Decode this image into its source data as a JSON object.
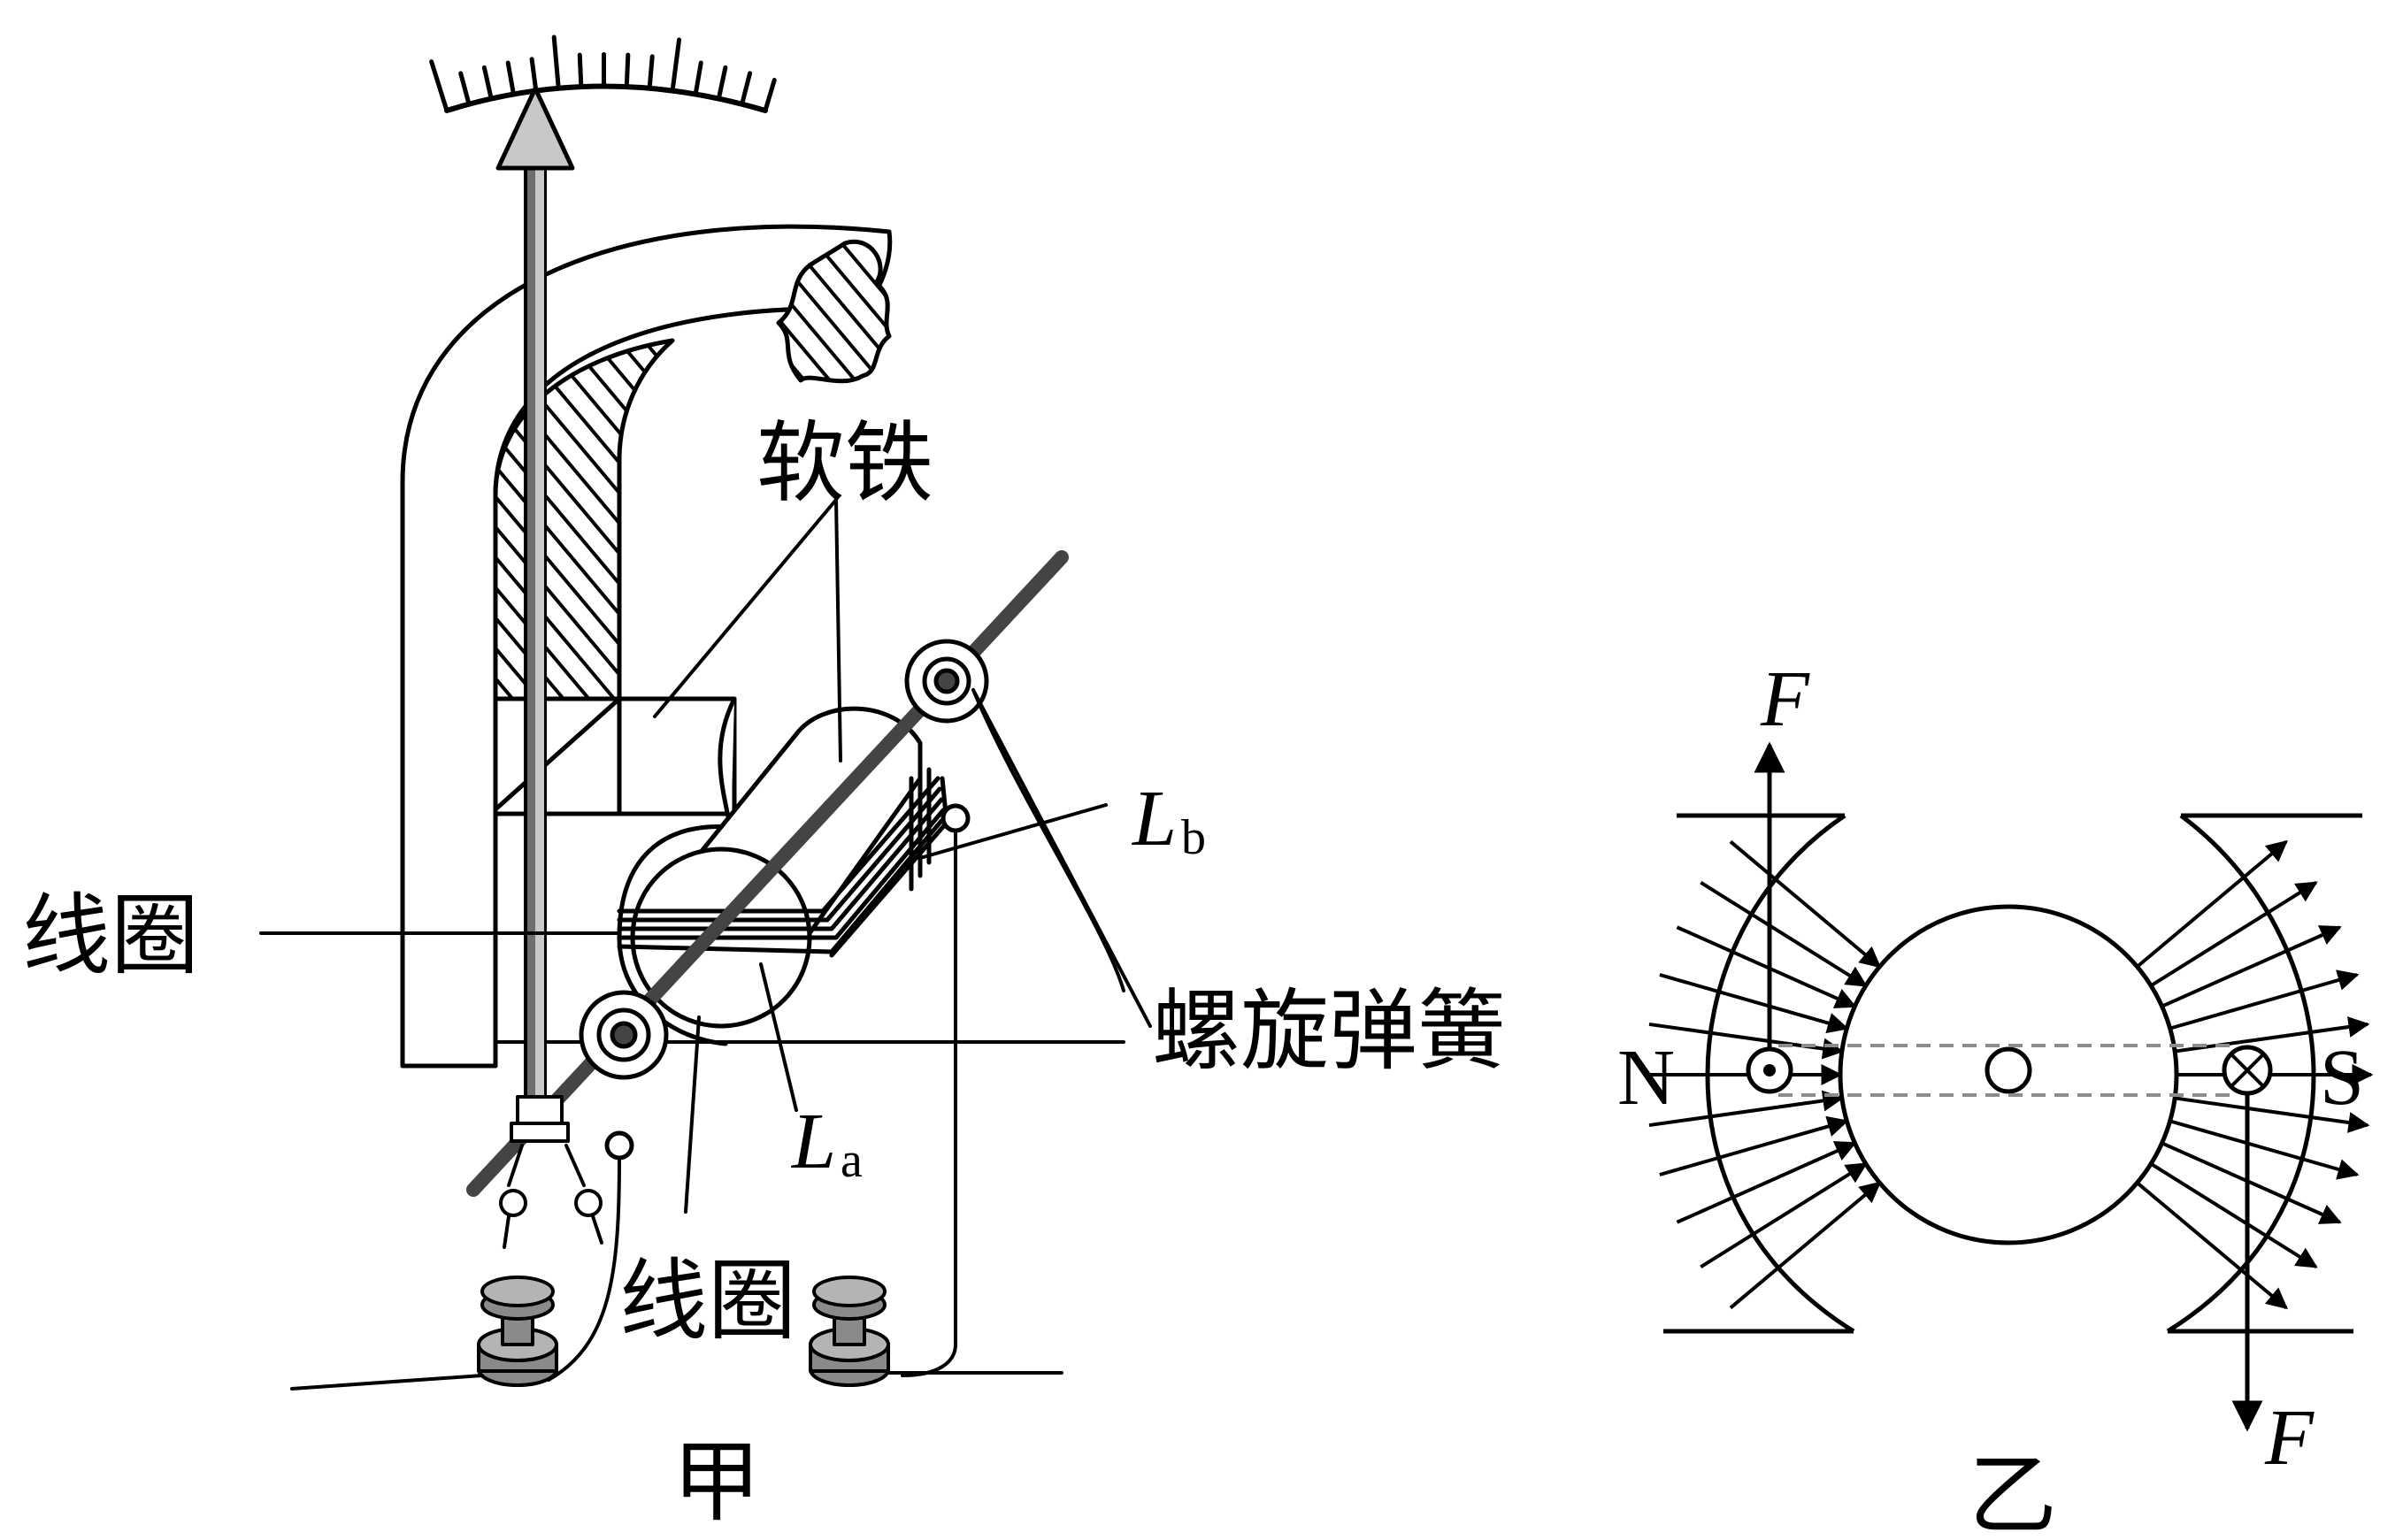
{
  "figure_a": {
    "caption": "甲",
    "label_soft_iron": "软铁",
    "label_coil_left": "线圈",
    "label_coil_bottom": "线圈",
    "label_spiral_spring": "螺旋弹簧",
    "label_La_main": "L",
    "label_La_sub": "a",
    "label_Lb_main": "L",
    "label_Lb_sub": "b"
  },
  "figure_b": {
    "caption": "乙",
    "pole_north": "N",
    "pole_south": "S",
    "force_top": "F",
    "force_bottom": "F"
  },
  "colors": {
    "stroke": "#000000",
    "pointer_fill": "#c8c8c8",
    "pointer_shaft": "#6e6e6e",
    "axle": "#444444",
    "terminal": "#8a8a8a",
    "dashed": "#8c8c8c"
  }
}
